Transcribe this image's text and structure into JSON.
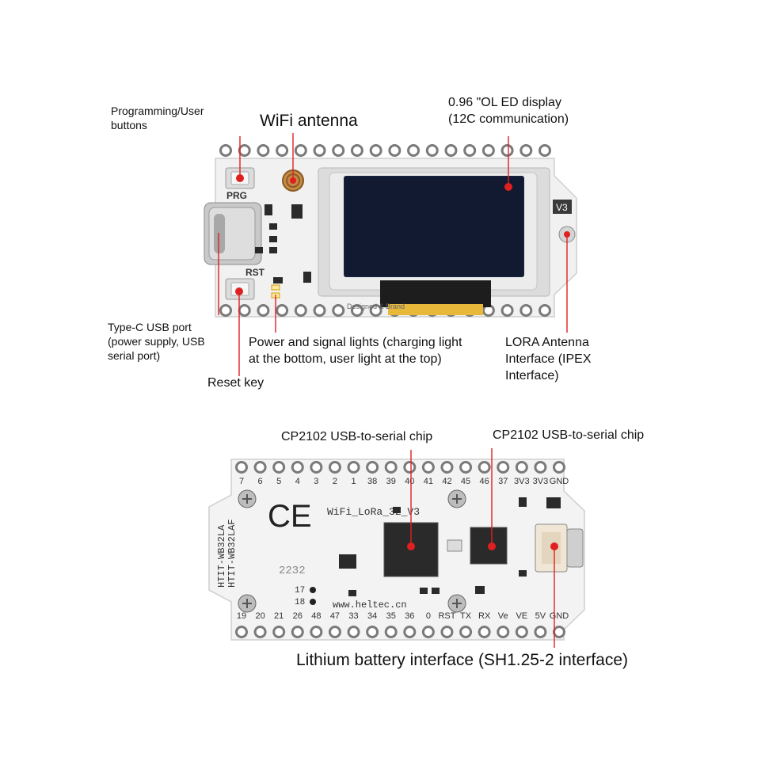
{
  "labels": {
    "programming_buttons": [
      "Programming/User",
      "buttons"
    ],
    "wifi_antenna": "WiFi antenna",
    "oled_display": [
      "0.96 \"OL ED display",
      "(12C communication)"
    ],
    "typec_port": [
      "Type-C USB port",
      "(power supply, USB",
      "serial port)"
    ],
    "power_lights": [
      "Power and signal lights (charging light",
      "at the bottom, user light at the top)"
    ],
    "lora_antenna": [
      "LORA Antenna",
      "Interface (IPEX",
      "Interface)"
    ],
    "reset_key": "Reset key",
    "cp2102_left": "CP2102 USB-to-serial chip",
    "cp2102_right": "CP2102 USB-to-serial chip",
    "battery_interface": "Lithium battery interface (SH1.25-2 interface)"
  },
  "board_text": {
    "prg": "PRG",
    "rst": "RST",
    "v3": "V3",
    "designer": "Designed & Brand",
    "model": "WiFi_LoRa_32_V3",
    "website": "www.heltec.cn",
    "ce": "CE",
    "date_code": "2232",
    "fcc_a": "HTIT-WB32LA",
    "fcc_b": "HTIT-WB32LAF",
    "pin17": "17",
    "pin18": "18",
    "top_pins": [
      "7",
      "6",
      "5",
      "4",
      "3",
      "2",
      "1",
      "38",
      "39",
      "40",
      "41",
      "42",
      "45",
      "46",
      "37",
      "3V3",
      "3V3",
      "GND"
    ],
    "bottom_pins": [
      "19",
      "20",
      "21",
      "26",
      "48",
      "47",
      "33",
      "34",
      "35",
      "36",
      "0",
      "RST",
      "TX",
      "RX",
      "Ve",
      "VE",
      "5V",
      "GND"
    ]
  },
  "colors": {
    "marker": "#e02020",
    "pcb": "#f2f2f2",
    "oled": "#15203a"
  }
}
